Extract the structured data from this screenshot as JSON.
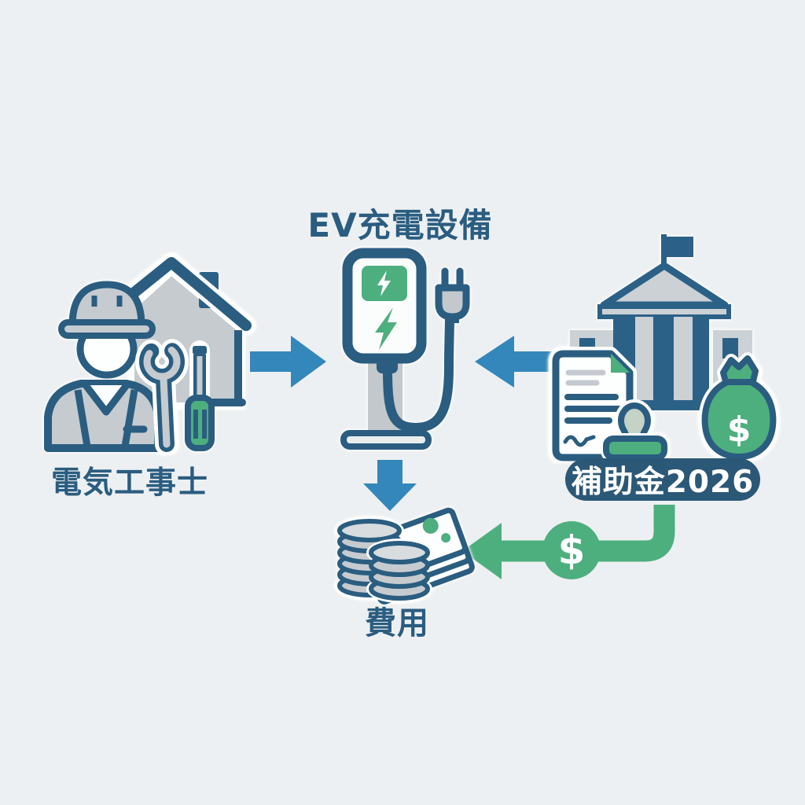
{
  "diagram": {
    "title": "EV充電設備",
    "nodes": {
      "electrician": {
        "label": "電気工事士",
        "icon": "electrician-house-tools-icon"
      },
      "charger": {
        "label": "EV充電設備",
        "icon": "ev-charger-plug-icon"
      },
      "subsidy": {
        "badge": "補助金2026",
        "icon": "government-building-icon",
        "sub_icons": [
          "stamped-document-icon",
          "money-bag-icon"
        ]
      },
      "cost": {
        "label": "費用",
        "icon": "coins-banknotes-icon"
      }
    },
    "edges": [
      {
        "from": "electrician",
        "to": "charger",
        "style": "blue-arrow-right"
      },
      {
        "from": "subsidy",
        "to": "charger",
        "style": "blue-arrow-left"
      },
      {
        "from": "charger",
        "to": "cost",
        "style": "blue-arrow-down"
      },
      {
        "from": "subsidy",
        "to": "cost",
        "style": "green-elbow-arrow",
        "icon": "dollar-circle-icon"
      }
    ],
    "symbols": {
      "dollar": "$"
    }
  },
  "colors": {
    "background": "#edf0f2",
    "ink_outline": "#2a5d80",
    "navy_fill": "#2c6187",
    "badge_bg": "#2b5877",
    "arrow_blue": "#3487ba",
    "green": "#4daf7e",
    "grey_fill": "#c6cbd0",
    "light_grey": "#ccd1d5",
    "white": "#fdfefe"
  }
}
